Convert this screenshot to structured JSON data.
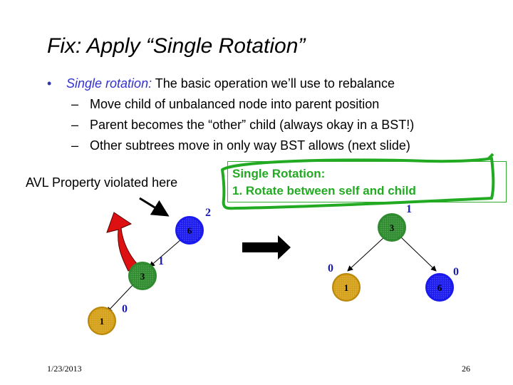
{
  "title": "Fix: Apply “Single Rotation”",
  "bullet_main": {
    "lead": "Single rotation:",
    "text": " The basic operation we’ll use to rebalance"
  },
  "bullet_subs": [
    "Move child of unbalanced node into parent position",
    "Parent becomes the “other” child (always okay in a BST!)",
    "Other subtrees move in only way BST allows (next slide)"
  ],
  "avl_label": "AVL Property violated here",
  "rotation_box": {
    "line1": "Single Rotation:",
    "line2": "1. Rotate between self and child"
  },
  "left_tree": {
    "node_6": {
      "label": "6",
      "balance": "2"
    },
    "node_3": {
      "label": "3",
      "balance": "1"
    },
    "node_1": {
      "label": "1",
      "balance": "0"
    }
  },
  "right_tree": {
    "node_3": {
      "label": "3",
      "balance": "1"
    },
    "node_1": {
      "label": "1",
      "balance": "0"
    },
    "node_6": {
      "label": "6",
      "balance": "0"
    }
  },
  "colors": {
    "blue_node": "#1a1aee",
    "green_node": "#2e8b2e",
    "gold_node": "#d4a017",
    "red_arrow": "#dd1111",
    "green_highlight": "#22aa22"
  },
  "footer": {
    "date": "1/23/2013",
    "page": "26"
  }
}
